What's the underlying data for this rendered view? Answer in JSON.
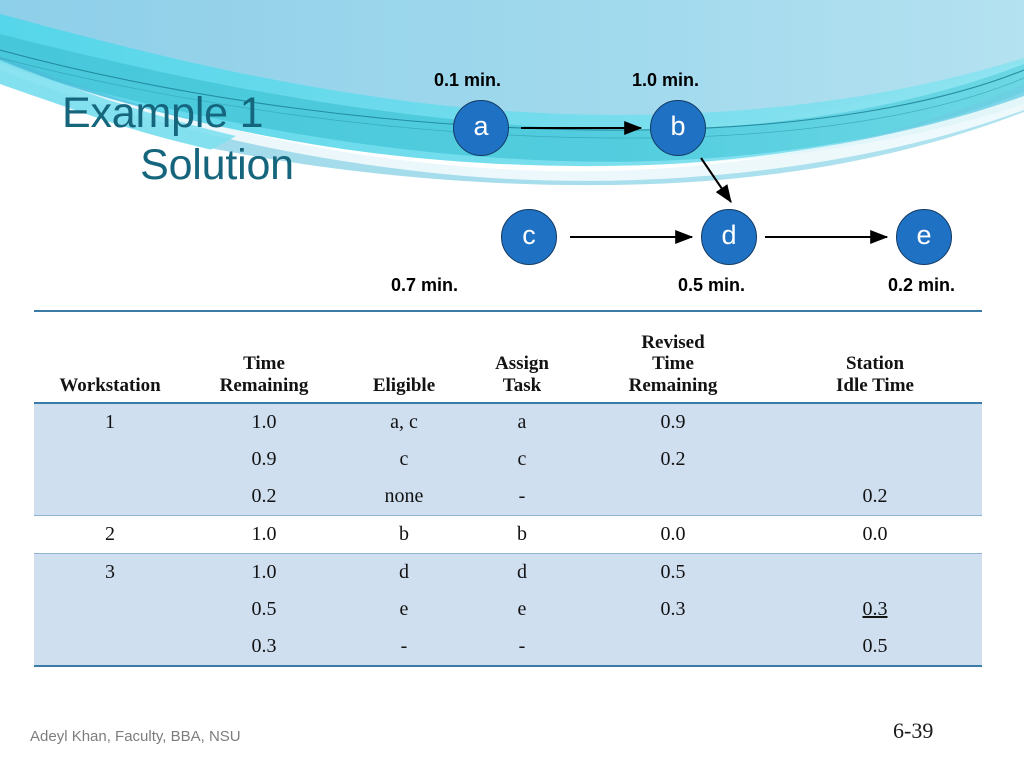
{
  "slide": {
    "title_line1": "Example 1",
    "title_line2": "Solution",
    "title_color": "#15657d",
    "background_color": "#ffffff",
    "banner_colors": {
      "pale_cyan": "#c9ecf2",
      "cyan": "#6fd8e8",
      "teal": "#3fbcd0",
      "steel_blue": "#7fc4e4",
      "light_blue": "#a9dcec",
      "hairline": "#1b7f92"
    }
  },
  "diagram": {
    "name": "precedence-diagram",
    "node_fill": "#1f71c4",
    "node_stroke": "#123a63",
    "nodes": [
      {
        "id": "a",
        "label": "a",
        "time_label": "0.1 min.",
        "time_position": "above"
      },
      {
        "id": "b",
        "label": "b",
        "time_label": "1.0 min.",
        "time_position": "above"
      },
      {
        "id": "c",
        "label": "c",
        "time_label": "0.7 min.",
        "time_position": "below"
      },
      {
        "id": "d",
        "label": "d",
        "time_label": "0.5 min.",
        "time_position": "below"
      },
      {
        "id": "e",
        "label": "e",
        "time_label": "0.2 min.",
        "time_position": "below"
      }
    ],
    "edges": [
      {
        "from": "a",
        "to": "b"
      },
      {
        "from": "b",
        "to": "d"
      },
      {
        "from": "c",
        "to": "d"
      },
      {
        "from": "d",
        "to": "e"
      }
    ]
  },
  "table": {
    "name": "solution-table",
    "band_color": "#cfdff0",
    "rule_color": "#3b7ba8",
    "headers": [
      "Workstation",
      "Time\nRemaining",
      "Eligible",
      "Assign\nTask",
      "Revised\nTime\nRemaining",
      "Station\nIdle Time"
    ],
    "rows": [
      {
        "band": "blue",
        "workstation": "1",
        "lines": [
          {
            "time_remaining": "1.0",
            "eligible": "a, c",
            "assign_task": "a",
            "revised_time_remaining": "0.9",
            "station_idle_time": ""
          },
          {
            "time_remaining": "0.9",
            "eligible": "c",
            "assign_task": "c",
            "revised_time_remaining": "0.2",
            "station_idle_time": ""
          },
          {
            "time_remaining": "0.2",
            "eligible": "none",
            "assign_task": "-",
            "revised_time_remaining": "",
            "station_idle_time": "0.2"
          }
        ]
      },
      {
        "band": "white",
        "workstation": "2",
        "lines": [
          {
            "time_remaining": "1.0",
            "eligible": "b",
            "assign_task": "b",
            "revised_time_remaining": "0.0",
            "station_idle_time": "0.0"
          }
        ]
      },
      {
        "band": "blue",
        "workstation": "3",
        "lines": [
          {
            "time_remaining": "1.0",
            "eligible": "d",
            "assign_task": "d",
            "revised_time_remaining": "0.5",
            "station_idle_time": ""
          },
          {
            "time_remaining": "0.5",
            "eligible": "e",
            "assign_task": "e",
            "revised_time_remaining": "0.3",
            "station_idle_time": "0.3",
            "station_idle_time_underlined": true
          },
          {
            "time_remaining": "0.3",
            "eligible": "-",
            "assign_task": "-",
            "revised_time_remaining": "",
            "station_idle_time": "0.5"
          }
        ]
      }
    ]
  },
  "footer": {
    "credit": "Adeyl Khan, Faculty, BBA, NSU",
    "slide_number": "6-39"
  }
}
